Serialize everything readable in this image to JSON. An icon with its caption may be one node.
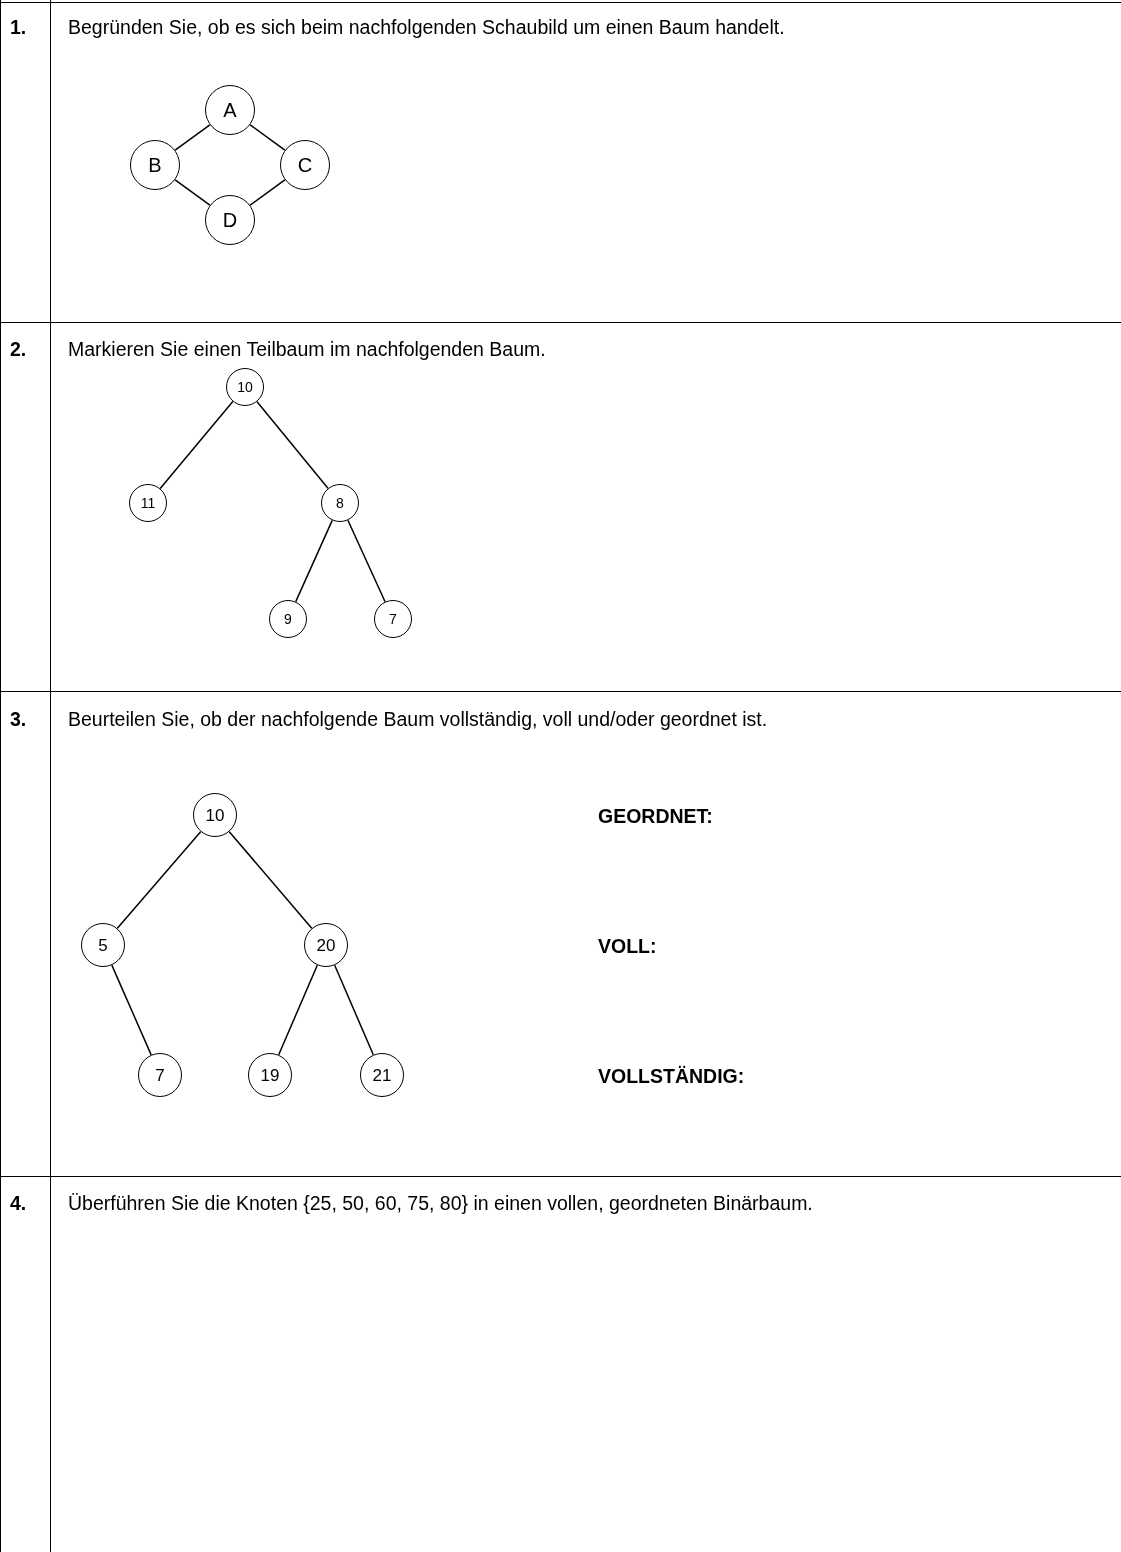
{
  "diagram": {
    "nodes": [
      {
        "text": [
          "A"
        ]
      },
      {
        "text": [
          "B"
        ]
      },
      {
        "text": [
          "C"
        ]
      },
      {
        "text": [
          "D"
        ]
      },
      {
        "text": [
          "10"
        ]
      },
      {
        "text": [
          "11"
        ]
      },
      {
        "text": [
          "8"
        ]
      },
      {
        "text": [
          "9"
        ]
      },
      {
        "text": [
          "7"
        ]
      },
      {
        "text": [
          "10"
        ]
      },
      {
        "text": [
          "5"
        ]
      },
      {
        "text": [
          "20"
        ]
      },
      {
        "text": [
          "7"
        ]
      },
      {
        "text": [
          "19"
        ]
      },
      {
        "text": [
          "21"
        ]
      }
    ],
    "edges": [
      {
        "from": 0,
        "to": 1,
        "arrow": "none"
      },
      {
        "from": 0,
        "to": 2,
        "arrow": "none"
      },
      {
        "from": 1,
        "to": 3,
        "arrow": "none"
      },
      {
        "from": 2,
        "to": 3,
        "arrow": "none"
      },
      {
        "from": 4,
        "to": 5,
        "arrow": "none"
      },
      {
        "from": 4,
        "to": 6,
        "arrow": "none"
      },
      {
        "from": 6,
        "to": 7,
        "arrow": "none"
      },
      {
        "from": 6,
        "to": 8,
        "arrow": "none"
      },
      {
        "from": 9,
        "to": 10,
        "arrow": "none"
      },
      {
        "from": 9,
        "to": 11,
        "arrow": "none"
      },
      {
        "from": 10,
        "to": 12,
        "arrow": "none"
      },
      {
        "from": 11,
        "to": 13,
        "arrow": "none"
      },
      {
        "from": 11,
        "to": 14,
        "arrow": "none"
      }
    ],
    "labels": [
      "1.",
      "Begründen Sie, ob es sich beim nachfolgenden Schaubild um einen Baum handelt.",
      "2.",
      "Markieren Sie einen Teilbaum im nachfolgenden Baum.",
      "3.",
      "Beurteilen Sie, ob der nachfolgende Baum vollständig, voll und/oder geordnet ist.",
      "GEORDNET:",
      "VOLL:",
      "VOLLSTÄNDIG:",
      "4.",
      "Überführen Sie die Knoten {25, 50, 60, 75, 80} in einen vollen, geordneten Binärbaum."
    ]
  }
}
